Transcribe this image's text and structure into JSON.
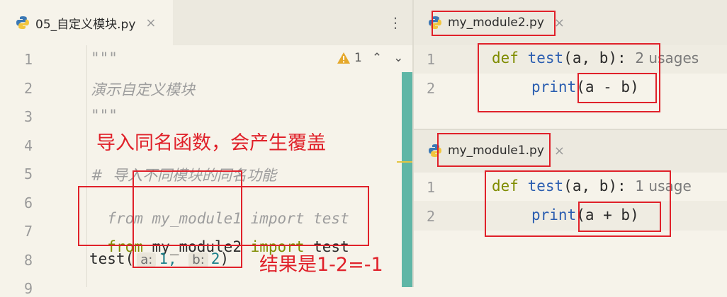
{
  "left_editor": {
    "tab_label": "05_自定义模块.py",
    "close": "×",
    "more": "⋮",
    "warning_count": "1",
    "line_numbers": [
      "1",
      "2",
      "3",
      "4",
      "5",
      "6",
      "7",
      "8",
      "9"
    ],
    "code": {
      "l1": "\"\"\"",
      "l2": "演示自定义模块",
      "l3": "\"\"\"",
      "l5": "#  导入不同模块的同名功能",
      "l6_from": "from",
      "l6_mod": "my_module1",
      "l6_import": "import",
      "l6_name": "test",
      "l7_from": "from",
      "l7_mod": "my_module2",
      "l7_import": "import",
      "l7_name": "test",
      "l8_call": "test(",
      "l8_hint_a": "a:",
      "l8_val_a": "1,",
      "l8_hint_b": "b:",
      "l8_val_b": "2",
      "l8_close": ")"
    },
    "annotation_top": "导入同名函数，会产生覆盖",
    "annotation_result": "结果是1-2=-1"
  },
  "right_top": {
    "tab_label": "my_module2.py",
    "close": "×",
    "line_numbers": [
      "1",
      "2"
    ],
    "def_kw": "def",
    "func": "test",
    "params": "(a, b):",
    "usages": "2 usages",
    "print": "print",
    "expr": "(a - b)"
  },
  "right_bottom": {
    "tab_label": "my_module1.py",
    "close": "×",
    "line_numbers": [
      "1",
      "2"
    ],
    "def_kw": "def",
    "func": "test",
    "params": "(a, b):",
    "usages": "1 usage",
    "print": "print",
    "expr": "(a + b)"
  }
}
